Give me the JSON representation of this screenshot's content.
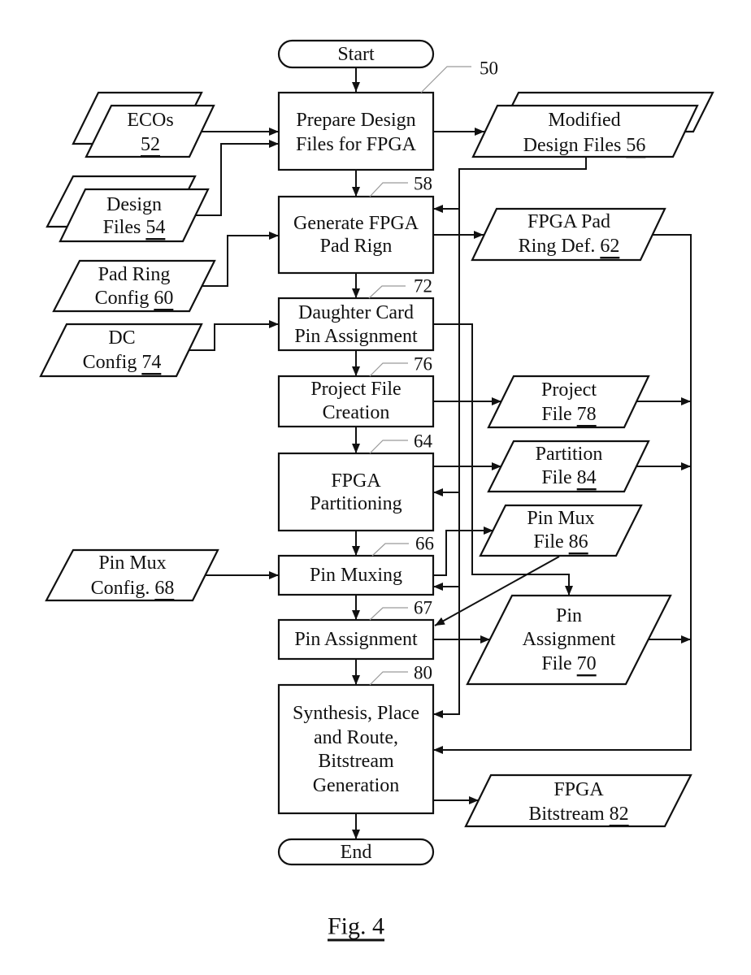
{
  "figure": {
    "caption": "Fig. 4"
  },
  "terminals": {
    "start": "Start",
    "end": "End"
  },
  "steps": {
    "prepare": {
      "ref": "50",
      "lines": [
        "Prepare Design",
        "Files for FPGA"
      ]
    },
    "pad_ring": {
      "ref": "58",
      "lines": [
        "Generate FPGA",
        "Pad Rign"
      ]
    },
    "dc_pin": {
      "ref": "72",
      "lines": [
        "Daughter Card",
        "Pin Assignment"
      ]
    },
    "project": {
      "ref": "76",
      "lines": [
        "Project File",
        "Creation"
      ]
    },
    "partition": {
      "ref": "64",
      "lines": [
        "FPGA",
        "Partitioning"
      ]
    },
    "pin_mux": {
      "ref": "66",
      "lines": [
        "Pin Muxing"
      ]
    },
    "pin_assign": {
      "ref": "67",
      "lines": [
        "Pin Assignment"
      ]
    },
    "synthesis": {
      "ref": "80",
      "lines": [
        "Synthesis, Place",
        "and Route,",
        "Bitstream",
        "Generation"
      ]
    }
  },
  "inputs": {
    "ecos": {
      "lines": [
        "ECOs"
      ],
      "ref_prefix": "",
      "ref": "52",
      "stacked": true
    },
    "design_files": {
      "lines": [
        "Design"
      ],
      "ref_prefix": "Files ",
      "ref": "54",
      "stacked": true
    },
    "pad_ring_config": {
      "lines": [
        "Pad Ring"
      ],
      "ref_prefix": "Config ",
      "ref": "60"
    },
    "dc_config": {
      "lines": [
        "DC"
      ],
      "ref_prefix": "Config ",
      "ref": "74"
    },
    "pin_mux_config": {
      "lines": [
        "Pin Mux"
      ],
      "ref_prefix": "Config. ",
      "ref": "68"
    }
  },
  "outputs": {
    "modified_design_files": {
      "lines": [
        "Modified"
      ],
      "ref_prefix": "Design Files ",
      "ref": "56",
      "stacked": true
    },
    "pad_ring_def": {
      "lines": [
        "FPGA Pad"
      ],
      "ref_prefix": "Ring Def. ",
      "ref": "62"
    },
    "project_file": {
      "lines": [
        "Project"
      ],
      "ref_prefix": "File ",
      "ref": "78"
    },
    "partition_file": {
      "lines": [
        "Partition"
      ],
      "ref_prefix": "File ",
      "ref": "84"
    },
    "pin_mux_file": {
      "lines": [
        "Pin Mux"
      ],
      "ref_prefix": "File ",
      "ref": "86"
    },
    "pin_assignment_file": {
      "lines": [
        "Pin",
        "Assignment"
      ],
      "ref_prefix": "File ",
      "ref": "70"
    },
    "bitstream": {
      "lines": [
        "FPGA"
      ],
      "ref_prefix": "Bitstream ",
      "ref": "82"
    }
  },
  "connections": [
    {
      "from": "start",
      "to": "prepare"
    },
    {
      "from": "ecos",
      "to": "prepare"
    },
    {
      "from": "design_files",
      "to": "prepare"
    },
    {
      "from": "prepare",
      "to": "modified_design_files"
    },
    {
      "from": "prepare",
      "to": "pad_ring"
    },
    {
      "from": "modified_design_files",
      "to": "pad_ring"
    },
    {
      "from": "modified_design_files",
      "to": "partition"
    },
    {
      "from": "modified_design_files",
      "to": "pin_mux"
    },
    {
      "from": "modified_design_files",
      "to": "synthesis"
    },
    {
      "from": "pad_ring_config",
      "to": "pad_ring"
    },
    {
      "from": "pad_ring",
      "to": "pad_ring_def"
    },
    {
      "from": "pad_ring",
      "to": "dc_pin"
    },
    {
      "from": "dc_config",
      "to": "dc_pin"
    },
    {
      "from": "dc_pin",
      "to": "pin_assignment_file"
    },
    {
      "from": "dc_pin",
      "to": "project"
    },
    {
      "from": "project",
      "to": "project_file"
    },
    {
      "from": "project",
      "to": "partition"
    },
    {
      "from": "partition",
      "to": "partition_file"
    },
    {
      "from": "partition",
      "to": "pin_mux"
    },
    {
      "from": "pin_mux_config",
      "to": "pin_mux"
    },
    {
      "from": "pin_mux",
      "to": "pin_mux_file"
    },
    {
      "from": "pin_mux_file",
      "to": "pin_assign"
    },
    {
      "from": "pin_mux",
      "to": "pin_assign"
    },
    {
      "from": "pin_assign",
      "to": "pin_assignment_file"
    },
    {
      "from": "pin_assign",
      "to": "synthesis"
    },
    {
      "from": "pad_ring_def",
      "to": "synthesis"
    },
    {
      "from": "project_file",
      "to": "synthesis"
    },
    {
      "from": "partition_file",
      "to": "synthesis"
    },
    {
      "from": "pin_assignment_file",
      "to": "synthesis"
    },
    {
      "from": "synthesis",
      "to": "bitstream"
    },
    {
      "from": "synthesis",
      "to": "end"
    }
  ]
}
